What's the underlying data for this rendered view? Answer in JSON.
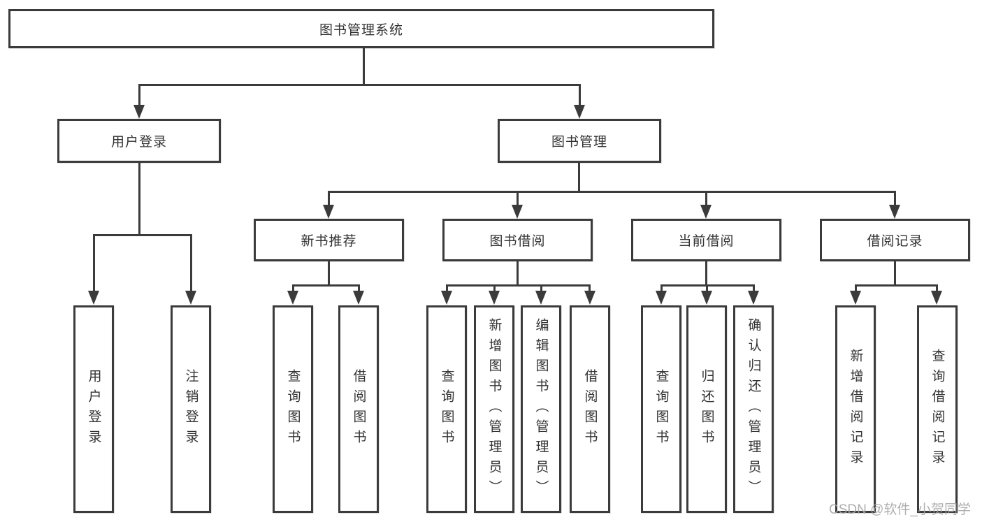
{
  "colors": {
    "line": "#3B3B3B",
    "box_border": "#3B3B3B",
    "text": "#333333",
    "background": "#FFFFFF",
    "watermark": "#A6A6A6"
  },
  "tree": {
    "root": {
      "label": "图书管理系统"
    },
    "branches": [
      {
        "label": "用户登录",
        "leaves": [
          "用户登录",
          "注销登录"
        ]
      },
      {
        "label": "图书管理",
        "sections": [
          {
            "label": "新书推荐",
            "leaves": [
              "查询图书",
              "借阅图书"
            ]
          },
          {
            "label": "图书借阅",
            "leaves": [
              "查询图书",
              "新增图书（管理员）",
              "编辑图书（管理员）",
              "借阅图书"
            ]
          },
          {
            "label": "当前借阅",
            "leaves": [
              "查询图书",
              "归还图书",
              "确认归还（管理员）"
            ]
          },
          {
            "label": "借阅记录",
            "leaves": [
              "新增借阅记录",
              "查询借阅记录"
            ]
          }
        ]
      }
    ]
  },
  "watermark": {
    "text": "CSDN @软件_小贺同学"
  }
}
